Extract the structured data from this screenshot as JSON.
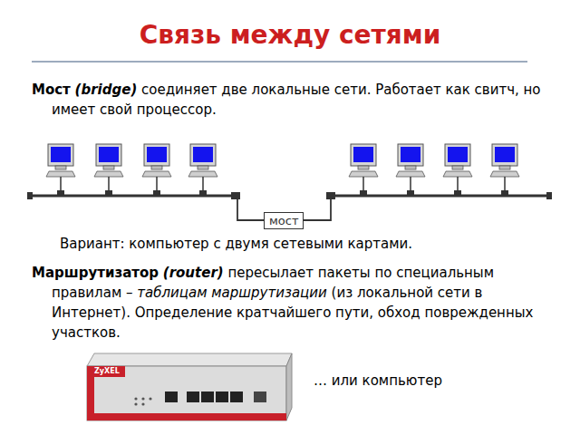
{
  "diagram": {
    "title": "Связь между сетями",
    "nodes": [
      {
        "text": [
          "мост"
        ]
      }
    ],
    "labels": [
      "Мост",
      "(bridge)",
      "соединяет две локальные сети. Работает как свитч, но имеет свой процессор.",
      "Вариант: компьютер с двумя сетевыми картами.",
      "Маршрутизатор",
      "(router)",
      "пересылает пакеты по специальным правилам –",
      "таблицам маршрутизации",
      "(из локальной сети в Интернет). Определение кратчайшего пути, обход поврежденных участков.",
      "… или компьютер",
      "ZyXEL"
    ]
  }
}
